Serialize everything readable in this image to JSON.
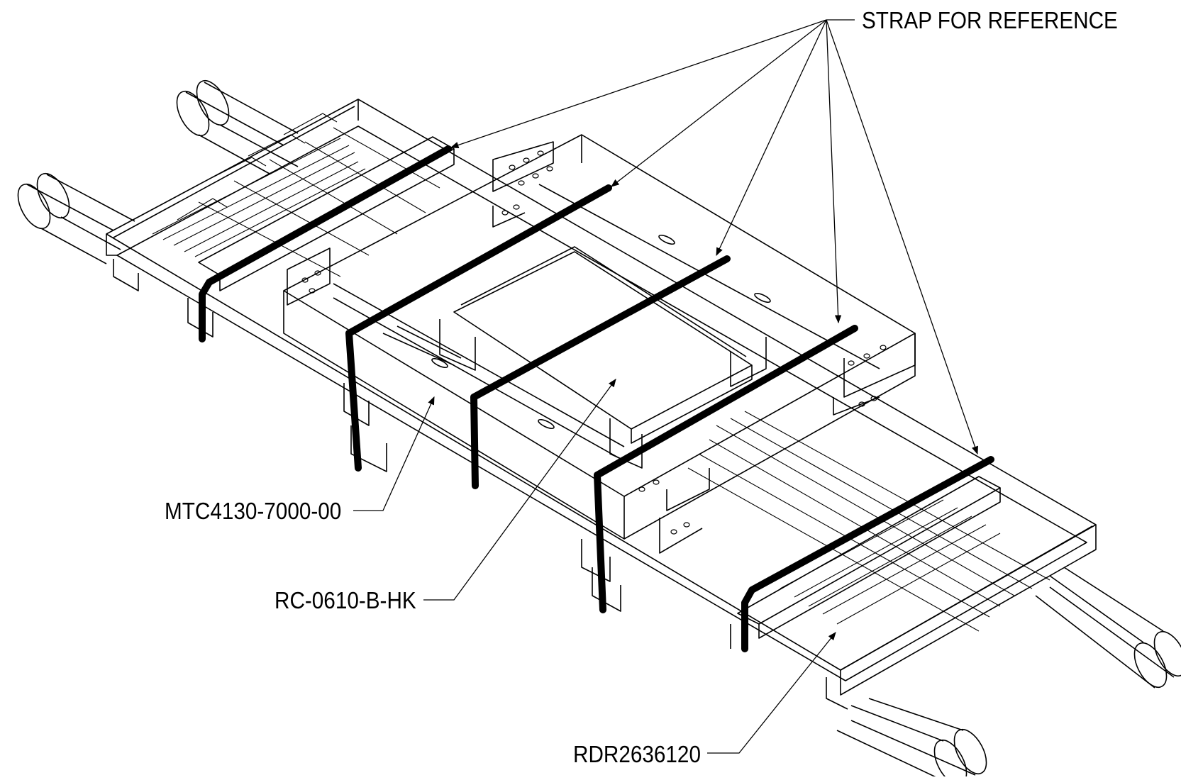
{
  "callouts": {
    "strap": "STRAP FOR REFERENCE",
    "tray": "MTC4130-7000-00",
    "cover": "RC-0610-B-HK",
    "pallet": "RDR2636120"
  },
  "colors": {
    "line": "#000000",
    "background": "#ffffff",
    "strap": "#000000"
  }
}
